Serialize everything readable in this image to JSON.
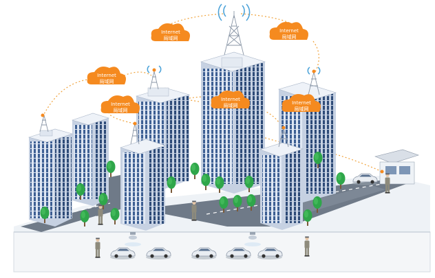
{
  "clouds": [
    {
      "id": "top-left",
      "line1": "Internet",
      "line2": "局域网"
    },
    {
      "id": "mid-left",
      "line1": "Internet",
      "line2": "局域网"
    },
    {
      "id": "inner-left",
      "line1": "Internet",
      "line2": "局域网"
    },
    {
      "id": "center",
      "line1": "Internet",
      "line2": "局域网"
    },
    {
      "id": "top-right",
      "line1": "Internet",
      "line2": "局域网"
    },
    {
      "id": "right",
      "line1": "Internet",
      "line2": "局域网"
    }
  ],
  "colors": {
    "cloud": "#f58a1f",
    "link": "#f0a23a",
    "building_light": "#d9e2f0",
    "building_window": "#3b5a8c",
    "road": "#6f7a88",
    "tree": "#2fa64a",
    "ground": "#e8edf3",
    "signal": "#4da3d9"
  },
  "icons": [
    "cell-tower-icon",
    "wifi-signal-icon",
    "cloud-icon",
    "security-guard-icon",
    "car-icon",
    "gatehouse-icon",
    "camera-icon",
    "tree-icon"
  ]
}
